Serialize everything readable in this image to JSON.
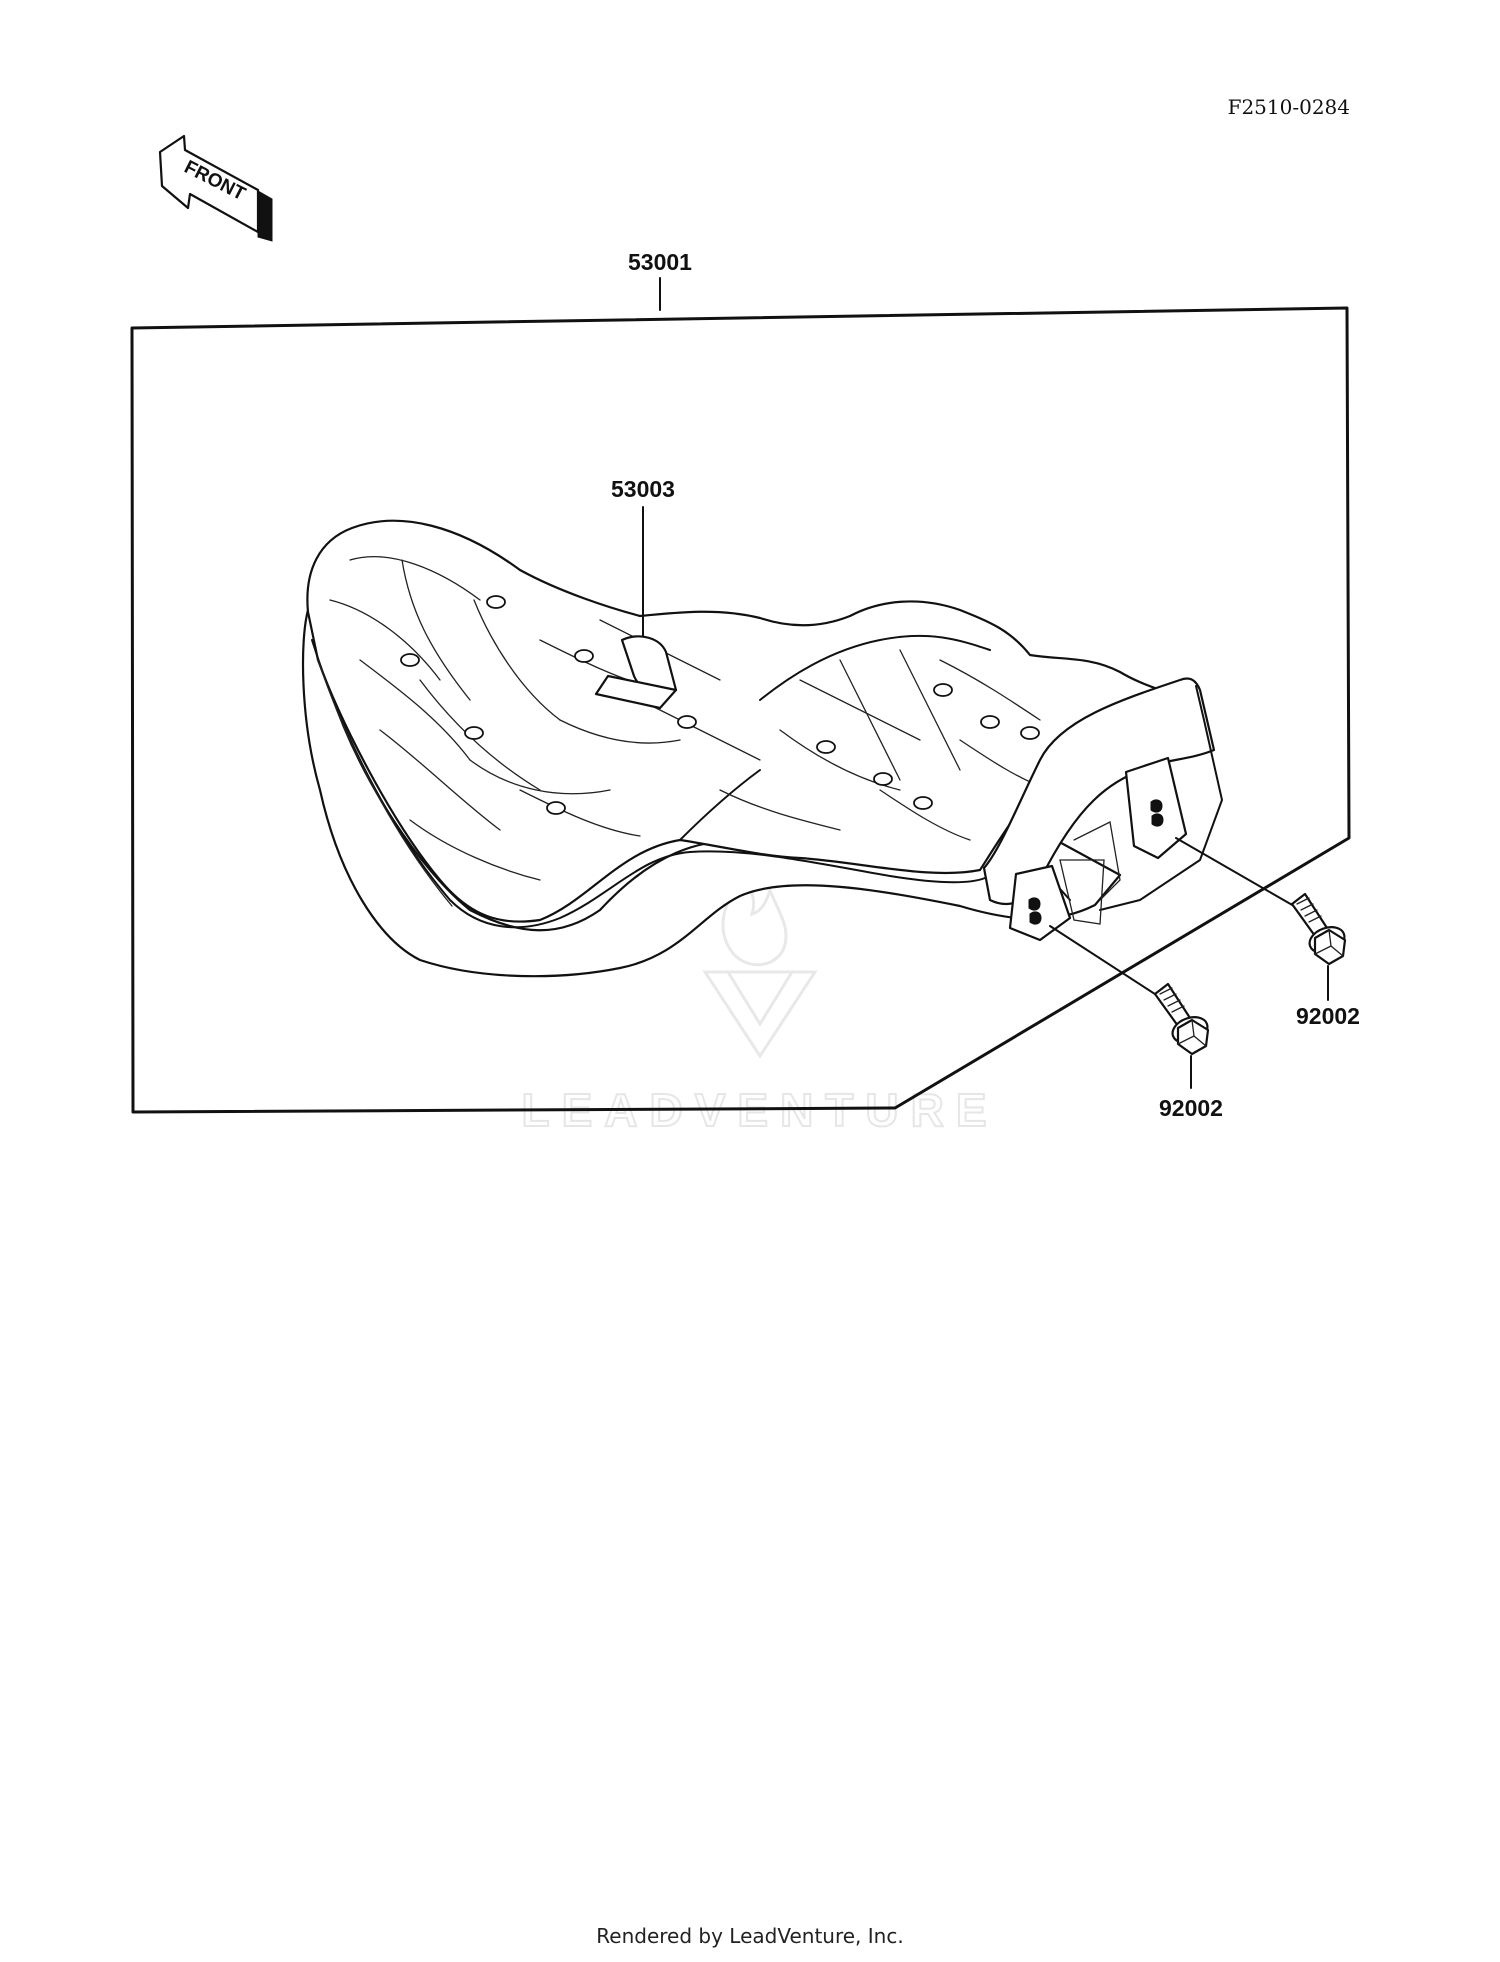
{
  "figure_id": "F2510-0284",
  "front_arrow_label": "FRONT",
  "parts": [
    {
      "number": "53001",
      "description": ""
    },
    {
      "number": "53003",
      "description": ""
    },
    {
      "number": "92002",
      "description": ""
    },
    {
      "number": "92002",
      "description": ""
    }
  ],
  "watermark_text": "LEADVENTURE",
  "footer": "Rendered by LeadVenture, Inc."
}
